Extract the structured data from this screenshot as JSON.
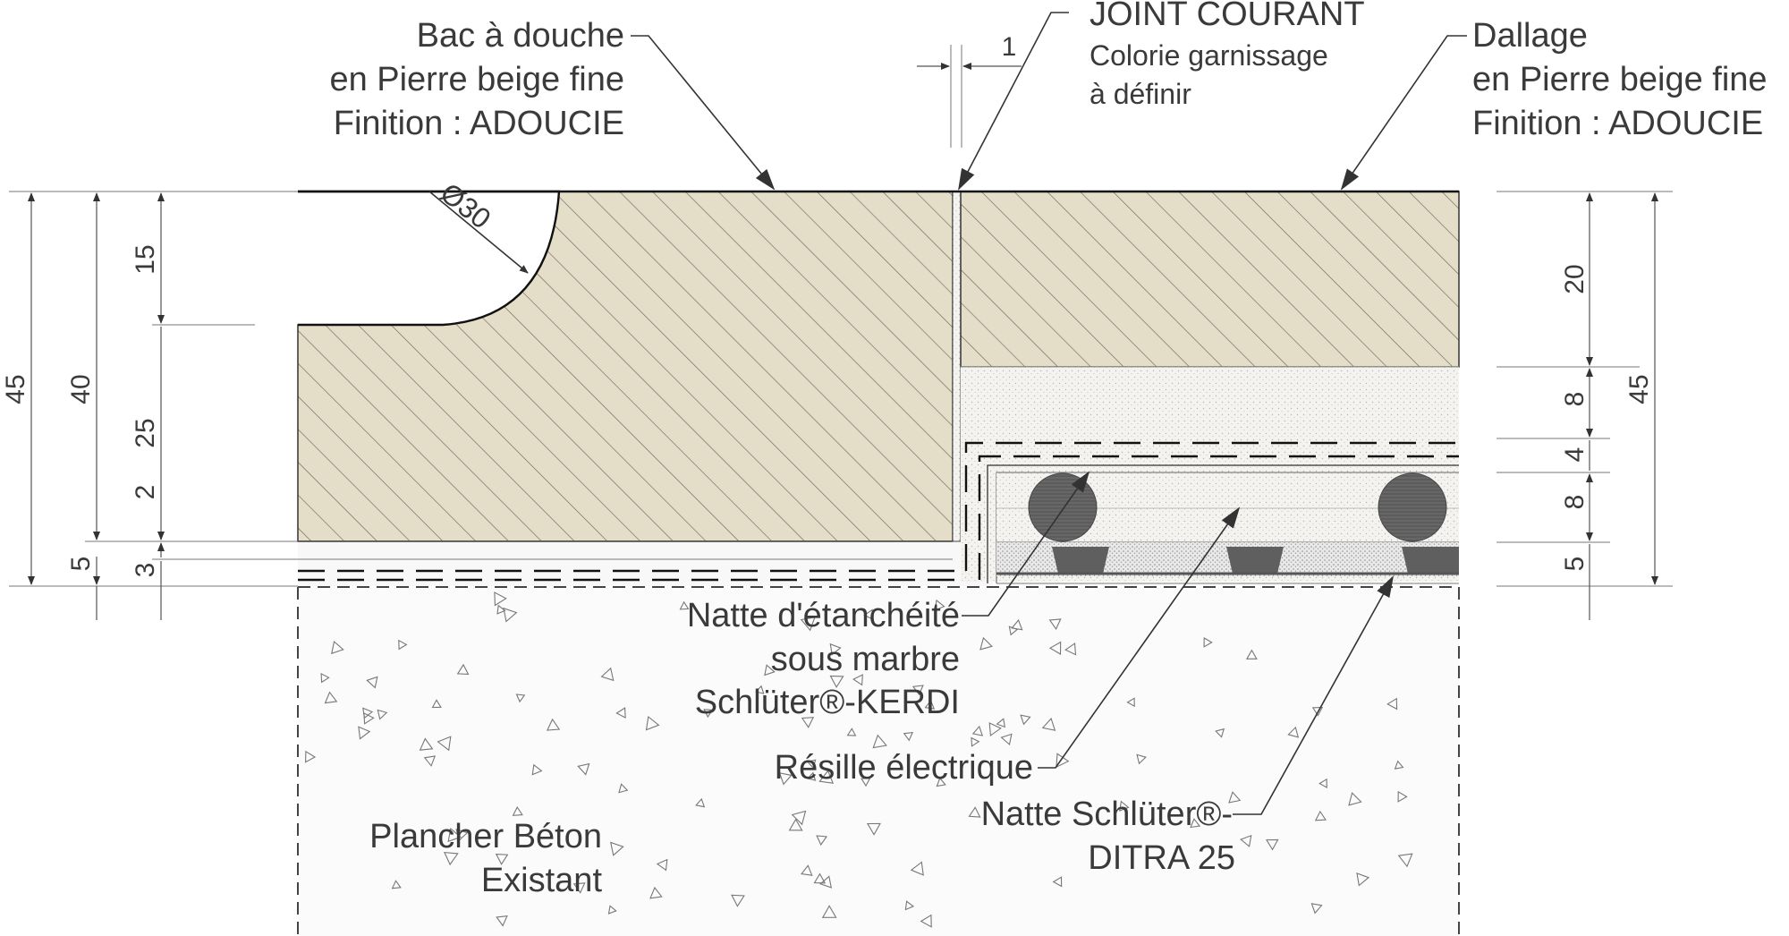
{
  "labels": {
    "bac_douche": [
      "Bac à douche",
      "en Pierre beige fine",
      "Finition : ADOUCIE"
    ],
    "joint_courant": "JOINT COURANT",
    "joint_sub": [
      "Colorie garnissage",
      "à définir"
    ],
    "dallage": [
      "Dallage",
      "en Pierre beige fine",
      "Finition : ADOUCIE"
    ],
    "natte_etancheite": [
      "Natte d'étanchéité",
      "sous marbre",
      "Schlüter®-KERDI"
    ],
    "resille": "Résille électrique",
    "natte_ditra": [
      "Natte Schlüter®-",
      "DITRA 25"
    ],
    "plancher": [
      "Plancher Béton",
      "Existant"
    ],
    "diameter": "Ø30",
    "joint_width": "1"
  },
  "dimensions_left": {
    "outer_total": "45",
    "inner_total": "40",
    "under_base": "5",
    "segments": [
      "15",
      "25",
      "2",
      "3"
    ]
  },
  "dimensions_right": {
    "outer_total": "45",
    "segments": [
      "20",
      "8",
      "4",
      "8",
      "5"
    ]
  },
  "colors": {
    "stone": "#e4ddc8",
    "hatch": "#6d6a5c",
    "mortar": "#f4f2ee",
    "concrete": "#fbfbfb",
    "heating_cable": "#5c5c5c",
    "ditra_cup": "#5f5f5f"
  }
}
